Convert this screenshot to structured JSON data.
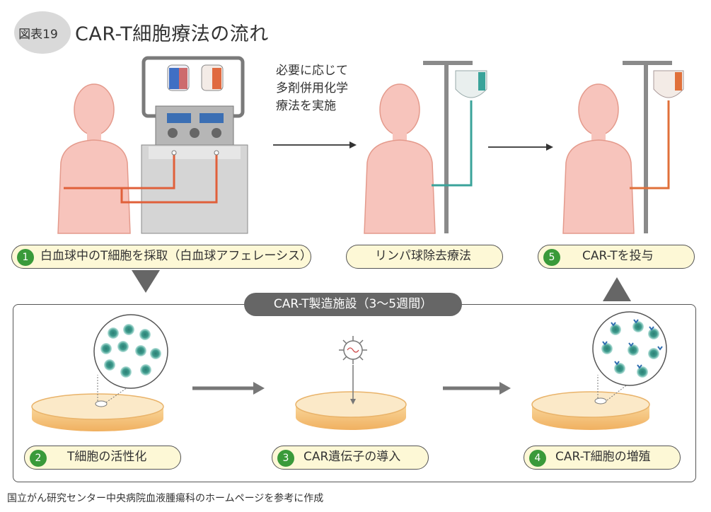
{
  "figure_number": "図表19",
  "title": "CAR-T細胞療法の流れ",
  "note": [
    "必要に応じて",
    "多剤併用化学",
    "療法を実施"
  ],
  "steps": {
    "s1": {
      "num": "1",
      "label": "白血球中のT細胞を採取（白血球アフェレーシス）"
    },
    "lymph": {
      "label": "リンパ球除去療法"
    },
    "s5": {
      "num": "5",
      "label": "CAR-Tを投与"
    },
    "s2": {
      "num": "2",
      "label": "T細胞の活性化"
    },
    "s3": {
      "num": "3",
      "label": "CAR遺伝子の導入"
    },
    "s4": {
      "num": "4",
      "label": "CAR-T細胞の増殖"
    }
  },
  "facility_label": "CAR-T製造施設（3〜5週間）",
  "source": "国立がん研究センター中央病院血液腫瘍科のホームページを参考に作成",
  "colors": {
    "skin": "#f7c4bc",
    "skin_edge": "#e49a8c",
    "tube": "#e0603a",
    "teal": "#3aa39a",
    "green": "#3a9a3a",
    "pill_bg": "#fdf8d6",
    "dish": "#f6c77e",
    "cell": "#3c9a8c"
  }
}
